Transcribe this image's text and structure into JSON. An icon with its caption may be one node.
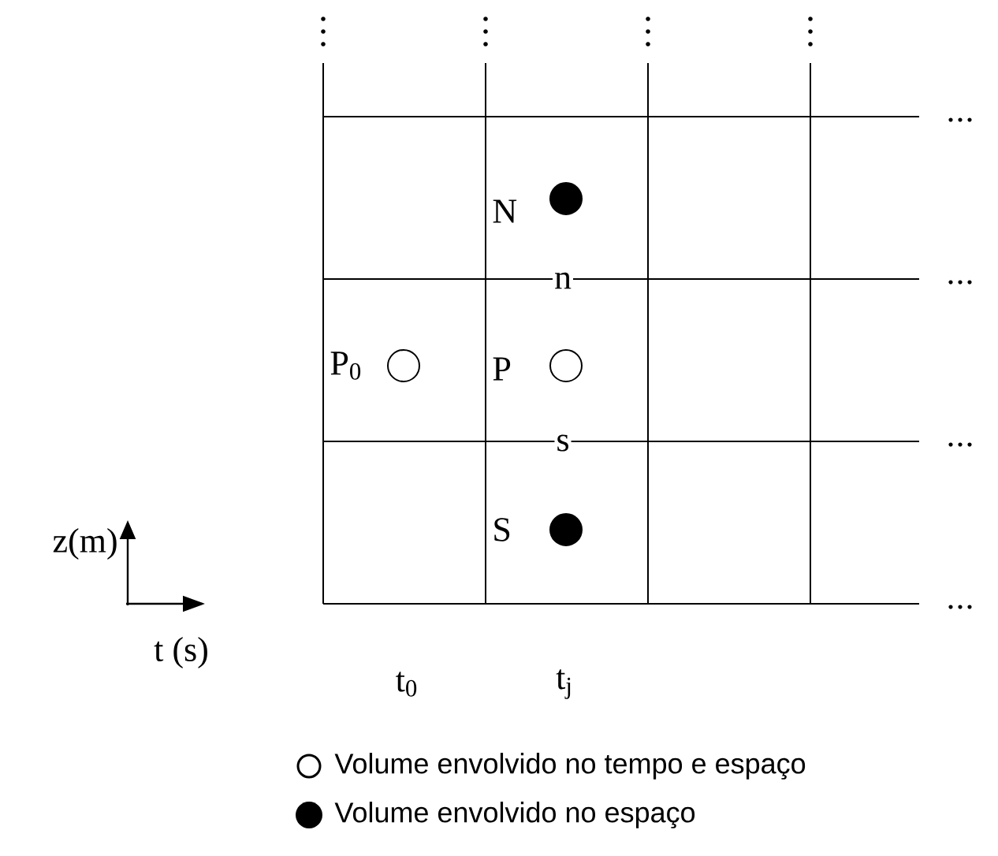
{
  "diagram": {
    "labels": [
      "N",
      "n",
      "P$_{0}$",
      "P",
      "s",
      "S",
      "z(m)",
      "t (s)",
      "t$_{0}$",
      "t$_{j}$"
    ],
    "legend": [
      {
        "text": "Volume envolvido no tempo e espaço"
      },
      {
        "text": "Volume envolvido no espaço"
      }
    ]
  }
}
